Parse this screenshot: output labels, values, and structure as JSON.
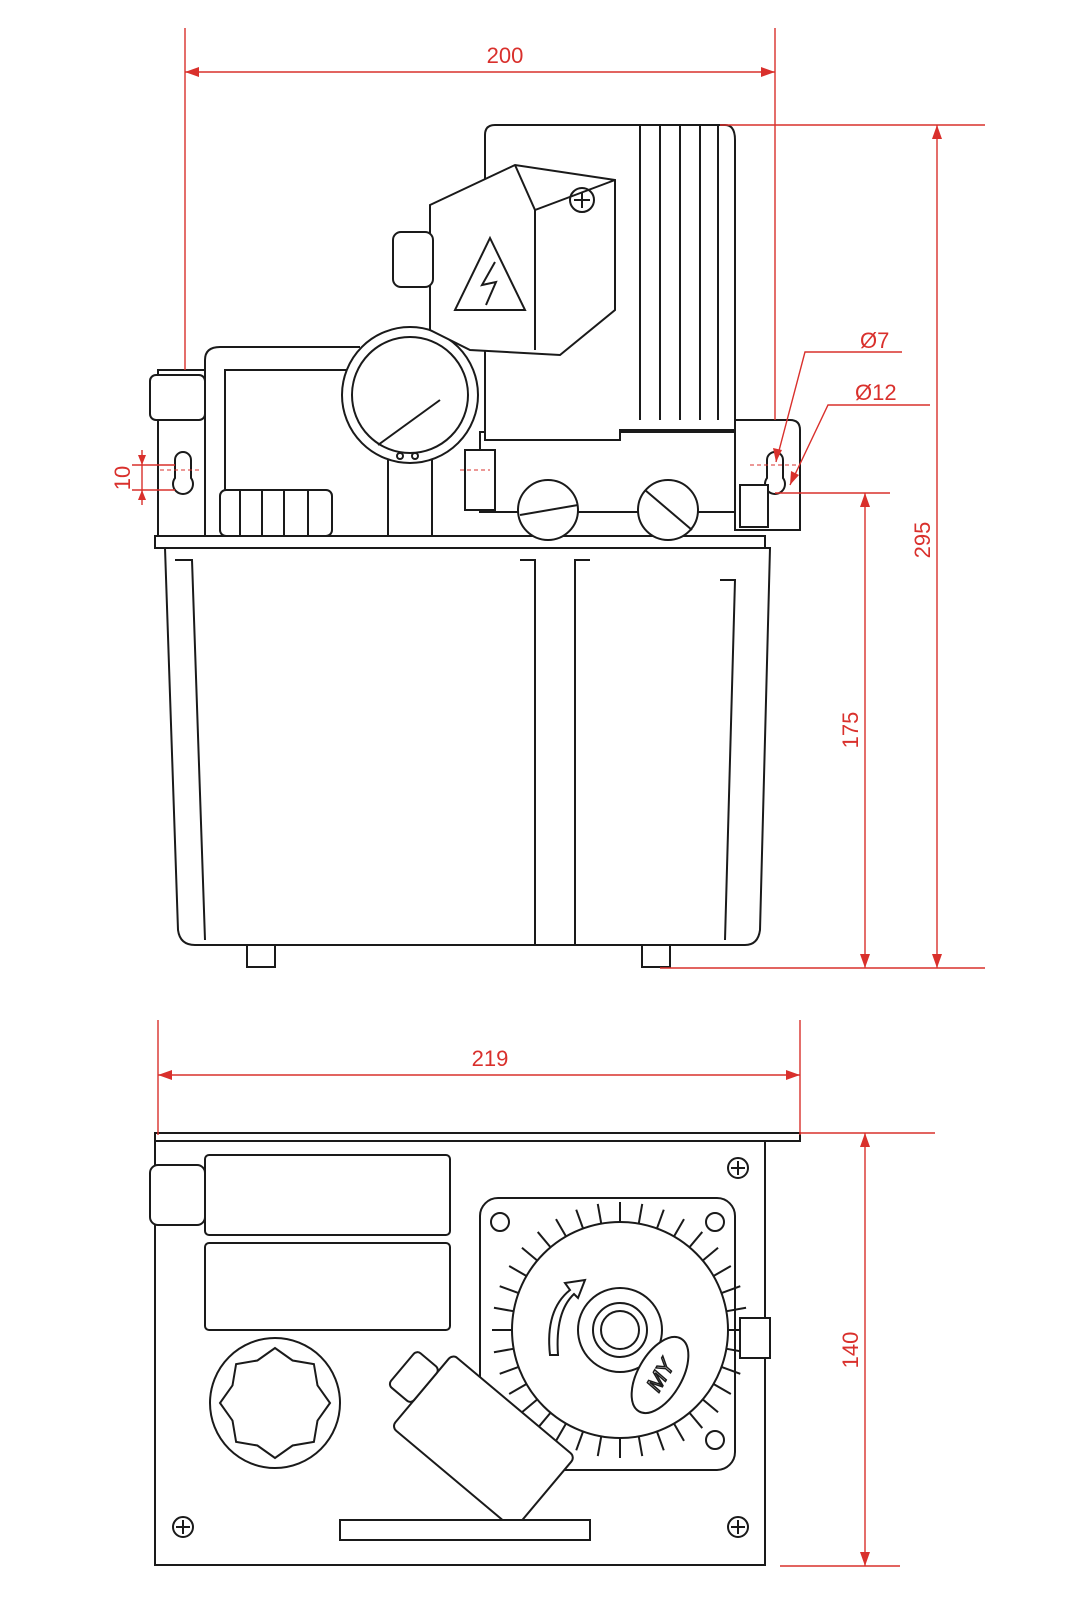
{
  "colors": {
    "dimension": "#d9302c",
    "outline": "#1a1a1a"
  },
  "front_view": {
    "dim_width": "200",
    "dim_total_height": "295",
    "dim_mount_height": "175",
    "dim_slot": "10",
    "dim_hole_small": "Ø7",
    "dim_hole_large": "Ø12"
  },
  "top_view": {
    "dim_width": "219",
    "dim_depth": "140",
    "logo_text": "MY"
  }
}
